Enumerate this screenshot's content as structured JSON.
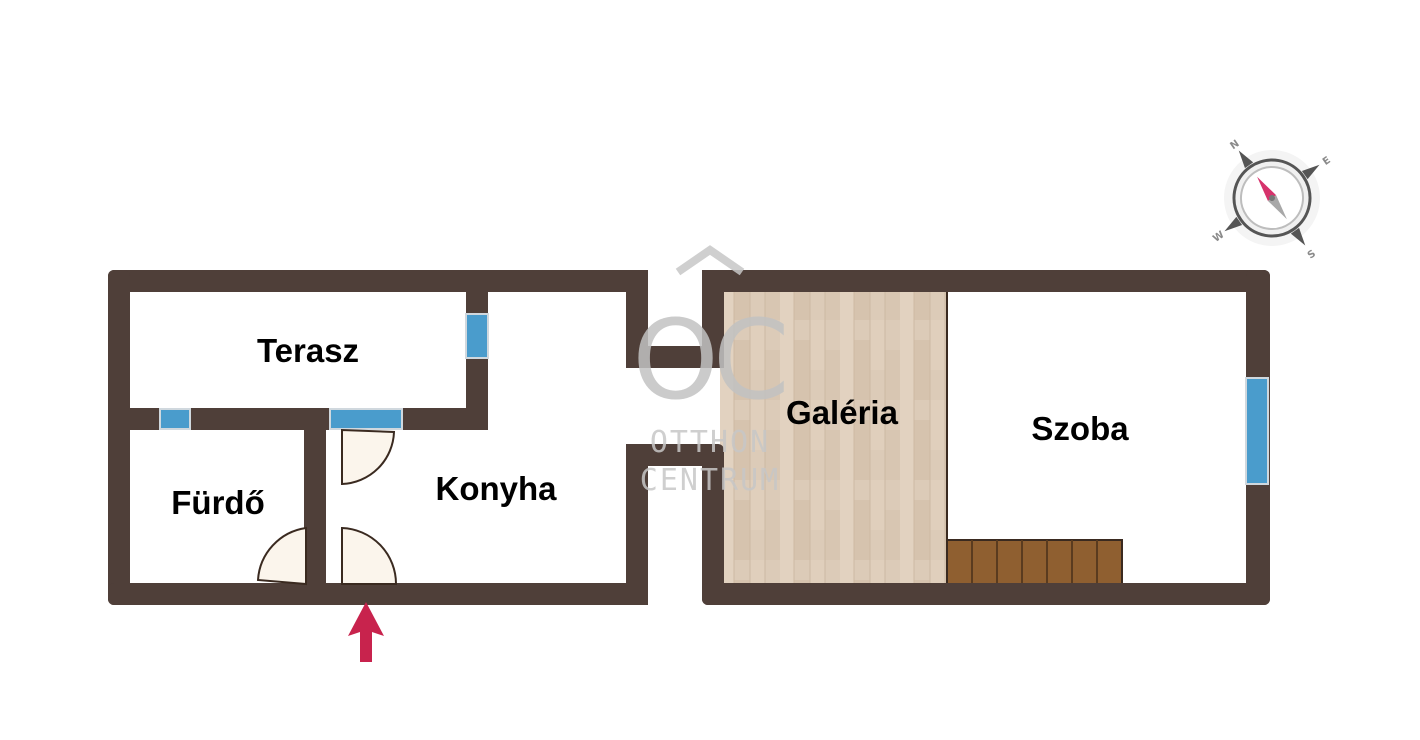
{
  "rooms": {
    "terasz": "Terasz",
    "furdo": "Fürdő",
    "konyha": "Konyha",
    "galeria": "Galéria",
    "szoba": "Szoba"
  },
  "watermark": {
    "monogram": "OC",
    "line1": "OTTHON",
    "line2": "CENTRUM"
  },
  "compass": {
    "n": "N",
    "e": "E",
    "s": "S",
    "w": "W"
  },
  "colors": {
    "wall": "#4f3f39",
    "window": "#4a9ccc",
    "entrance_arrow": "#c8234d",
    "gallery_floor": "#dcc8b4",
    "stairs": "#8a5a2e"
  }
}
